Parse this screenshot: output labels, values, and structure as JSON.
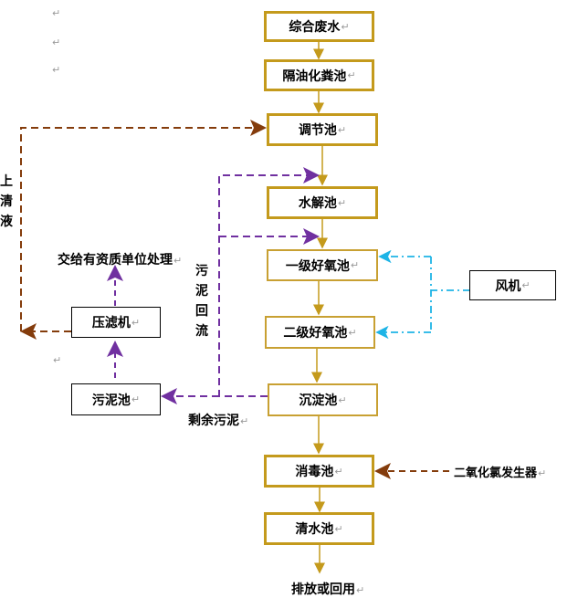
{
  "diagram": {
    "main_flow": [
      {
        "id": "wastewater",
        "label": "综合废水"
      },
      {
        "id": "septic",
        "label": "隔油化粪池"
      },
      {
        "id": "equalization",
        "label": "调节池"
      },
      {
        "id": "hydrolysis",
        "label": "水解池"
      },
      {
        "id": "aerobic1",
        "label": "一级好氧池"
      },
      {
        "id": "aerobic2",
        "label": "二级好氧池"
      },
      {
        "id": "sedimentation",
        "label": "沉淀池"
      },
      {
        "id": "disinfection",
        "label": "消毒池"
      },
      {
        "id": "clearwater",
        "label": "清水池"
      }
    ],
    "side_nodes": {
      "blower": "风机",
      "filter_press": "压滤机",
      "sludge_tank": "污泥池"
    },
    "labels": {
      "output": "排放或回用",
      "disposal": "交给有资质单位处理",
      "chlorine_generator": "二氧化氯发生器",
      "excess_sludge": "剩余污泥",
      "sludge_return": [
        "污",
        "泥",
        "回",
        "流"
      ],
      "supernatant": [
        "上",
        "清",
        "液"
      ]
    },
    "paragraph_mark": "↵",
    "colors": {
      "main_flow": "#C49A1C",
      "sludge": "#7030A0",
      "supernatant": "#843C0C",
      "air": "#1EB4E6"
    }
  }
}
